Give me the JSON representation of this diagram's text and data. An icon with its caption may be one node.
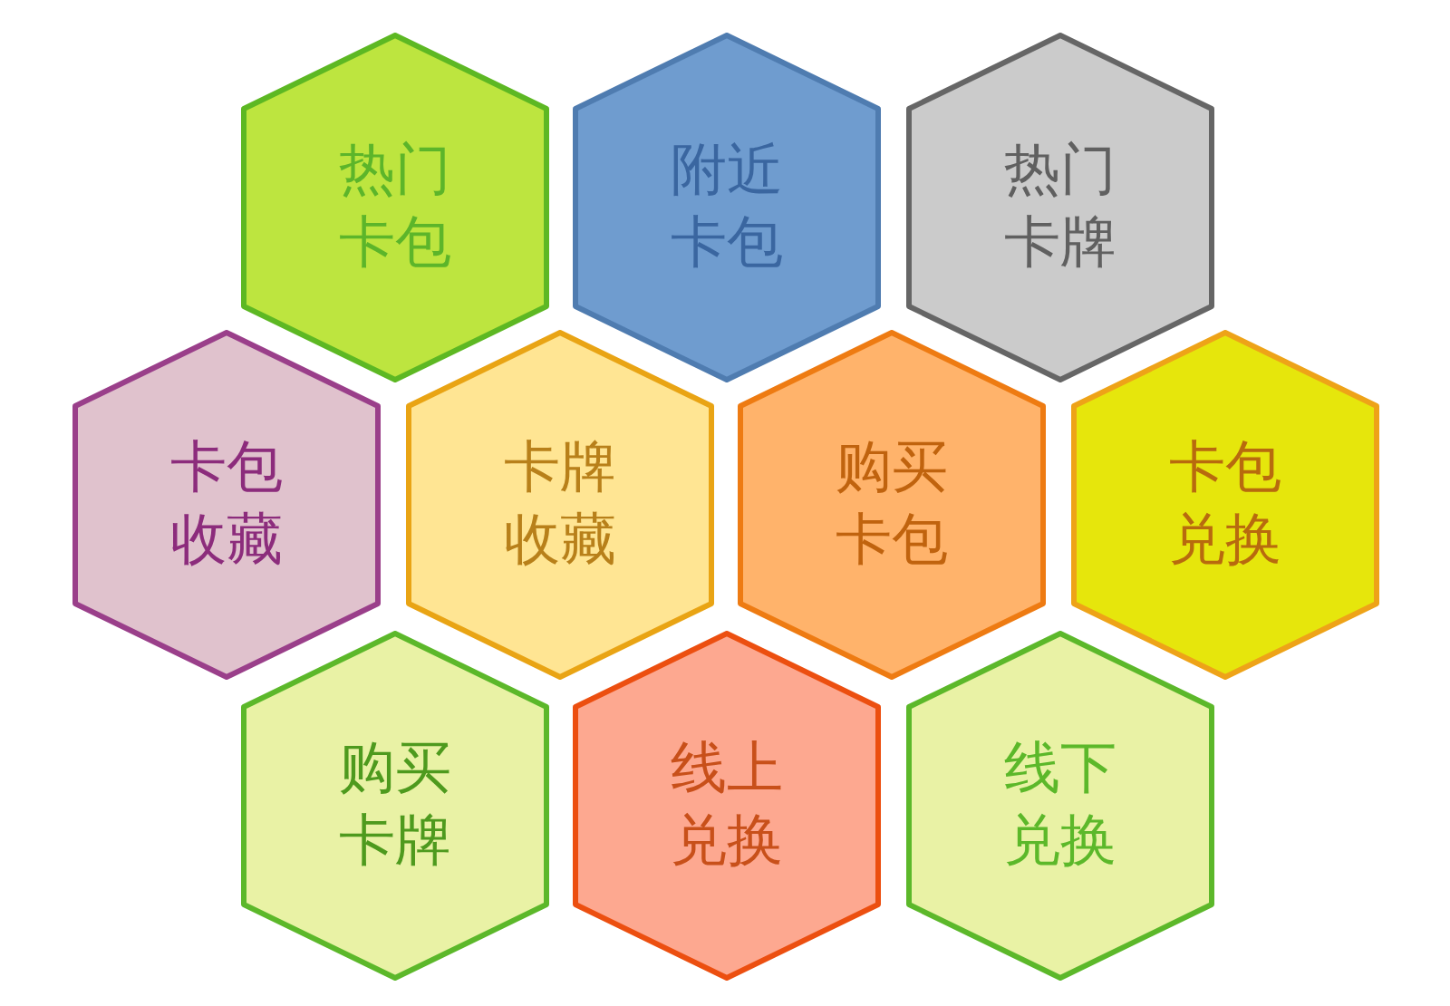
{
  "diagram": {
    "nodes": [
      {
        "text": [
          "热门卡包"
        ]
      },
      {
        "text": [
          "附近卡包"
        ]
      },
      {
        "text": [
          "热门卡牌"
        ]
      },
      {
        "text": [
          "卡包收藏"
        ]
      },
      {
        "text": [
          "卡牌收藏"
        ]
      },
      {
        "text": [
          "购买卡包"
        ]
      },
      {
        "text": [
          "卡包兑换"
        ]
      },
      {
        "text": [
          "购买卡牌"
        ]
      },
      {
        "text": [
          "线上兑换"
        ]
      },
      {
        "text": [
          "线下兑换"
        ]
      }
    ]
  }
}
